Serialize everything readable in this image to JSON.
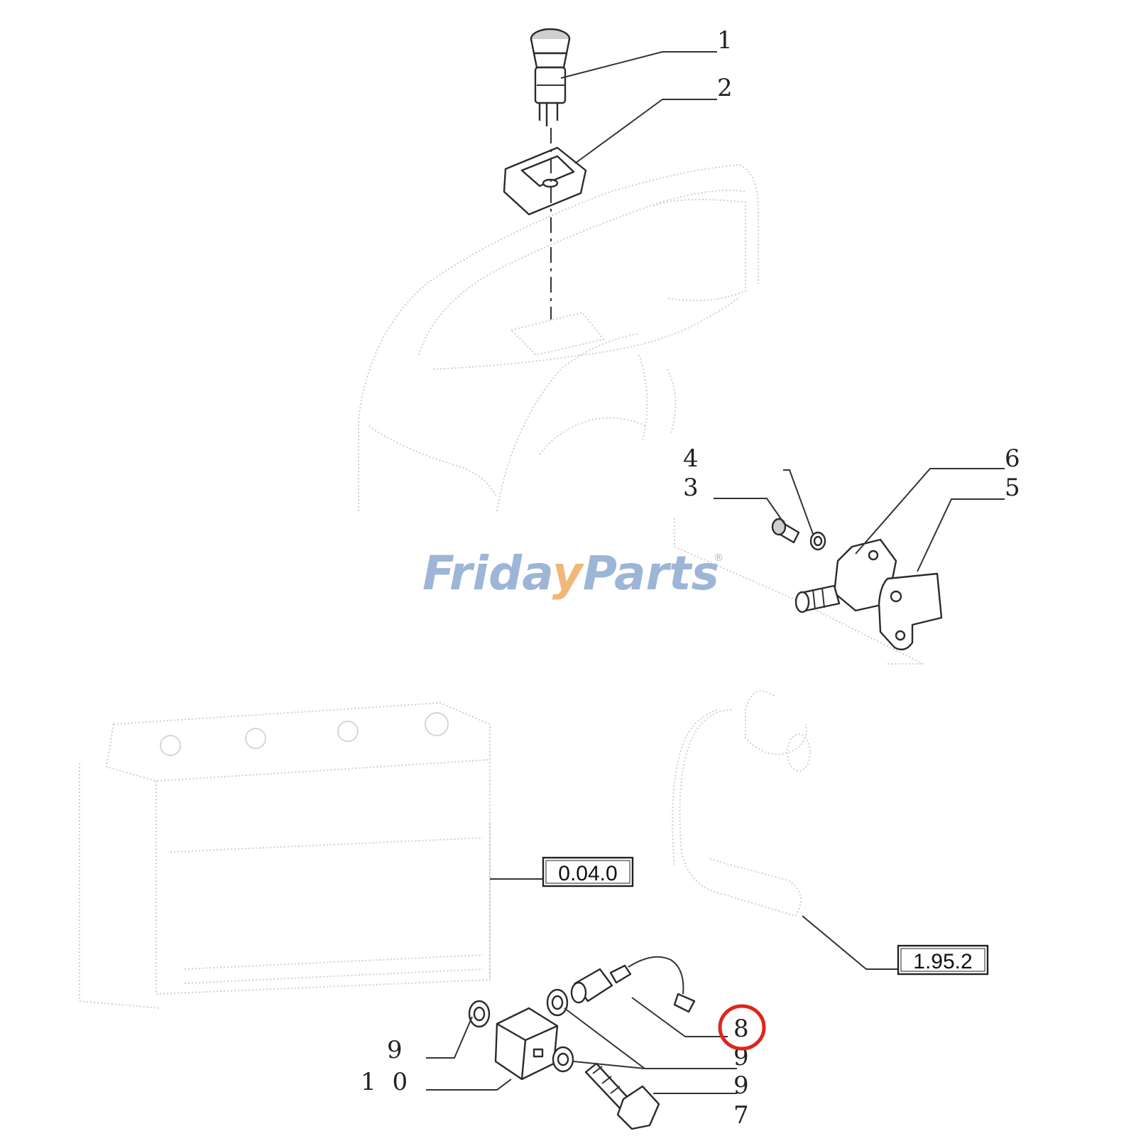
{
  "callouts": {
    "c1": "1",
    "c2": "2",
    "c3": "3",
    "c4": "4",
    "c5": "5",
    "c6": "6",
    "c7": "7",
    "c8": "8",
    "c9a": "9",
    "c9b": "9",
    "c9c": "9",
    "c10": "1 0"
  },
  "reference_boxes": {
    "ref_a": "0.04.0",
    "ref_b": "1.95.2"
  },
  "watermark": {
    "text_left": "Frida",
    "text_mid": "y",
    "text_right": "Parts",
    "registered": "®"
  },
  "colors": {
    "watermark_blue": "#9db5d6",
    "watermark_orange": "#f0b878",
    "highlight_red": "#e0241b"
  }
}
